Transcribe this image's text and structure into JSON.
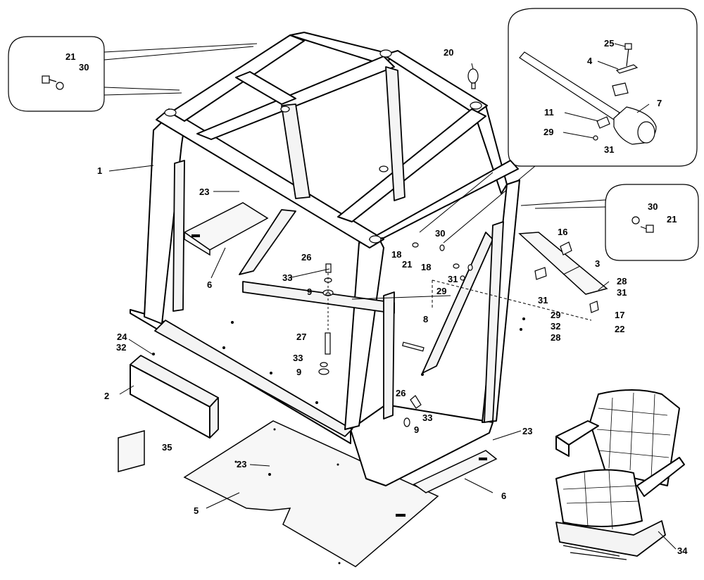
{
  "callouts": [
    {
      "id": "c21a",
      "text": "21"
    },
    {
      "id": "c30a",
      "text": "30"
    },
    {
      "id": "c20",
      "text": "20"
    },
    {
      "id": "c25",
      "text": "25"
    },
    {
      "id": "c4",
      "text": "4"
    },
    {
      "id": "c7",
      "text": "7"
    },
    {
      "id": "c11",
      "text": "11"
    },
    {
      "id": "c29a",
      "text": "29"
    },
    {
      "id": "c31a",
      "text": "31"
    },
    {
      "id": "c1",
      "text": "1"
    },
    {
      "id": "c23a",
      "text": "23"
    },
    {
      "id": "c6a",
      "text": "6"
    },
    {
      "id": "c26a",
      "text": "26"
    },
    {
      "id": "c33a",
      "text": "33"
    },
    {
      "id": "c9a",
      "text": "9"
    },
    {
      "id": "c27",
      "text": "27"
    },
    {
      "id": "c33b",
      "text": "33"
    },
    {
      "id": "c9b",
      "text": "9"
    },
    {
      "id": "c24",
      "text": "24"
    },
    {
      "id": "c32a",
      "text": "32"
    },
    {
      "id": "c2",
      "text": "2"
    },
    {
      "id": "c35",
      "text": "35"
    },
    {
      "id": "c23b",
      "text": "23"
    },
    {
      "id": "c5",
      "text": "5"
    },
    {
      "id": "c26b",
      "text": "26"
    },
    {
      "id": "c33c",
      "text": "33"
    },
    {
      "id": "c9c",
      "text": "9"
    },
    {
      "id": "c18a",
      "text": "18"
    },
    {
      "id": "c21b",
      "text": "21"
    },
    {
      "id": "c30b",
      "text": "30"
    },
    {
      "id": "c18b",
      "text": "18"
    },
    {
      "id": "c31b",
      "text": "31"
    },
    {
      "id": "c29b",
      "text": "29"
    },
    {
      "id": "c8",
      "text": "8"
    },
    {
      "id": "c16",
      "text": "16"
    },
    {
      "id": "c3",
      "text": "3"
    },
    {
      "id": "c28a",
      "text": "28"
    },
    {
      "id": "c31c",
      "text": "31"
    },
    {
      "id": "c31d",
      "text": "31"
    },
    {
      "id": "c29c",
      "text": "29"
    },
    {
      "id": "c17",
      "text": "17"
    },
    {
      "id": "c32b",
      "text": "32"
    },
    {
      "id": "c22",
      "text": "22"
    },
    {
      "id": "c28b",
      "text": "28"
    },
    {
      "id": "c30c",
      "text": "30"
    },
    {
      "id": "c21c",
      "text": "21"
    },
    {
      "id": "c23c",
      "text": "23"
    },
    {
      "id": "c6b",
      "text": "6"
    },
    {
      "id": "c34",
      "text": "34"
    }
  ]
}
